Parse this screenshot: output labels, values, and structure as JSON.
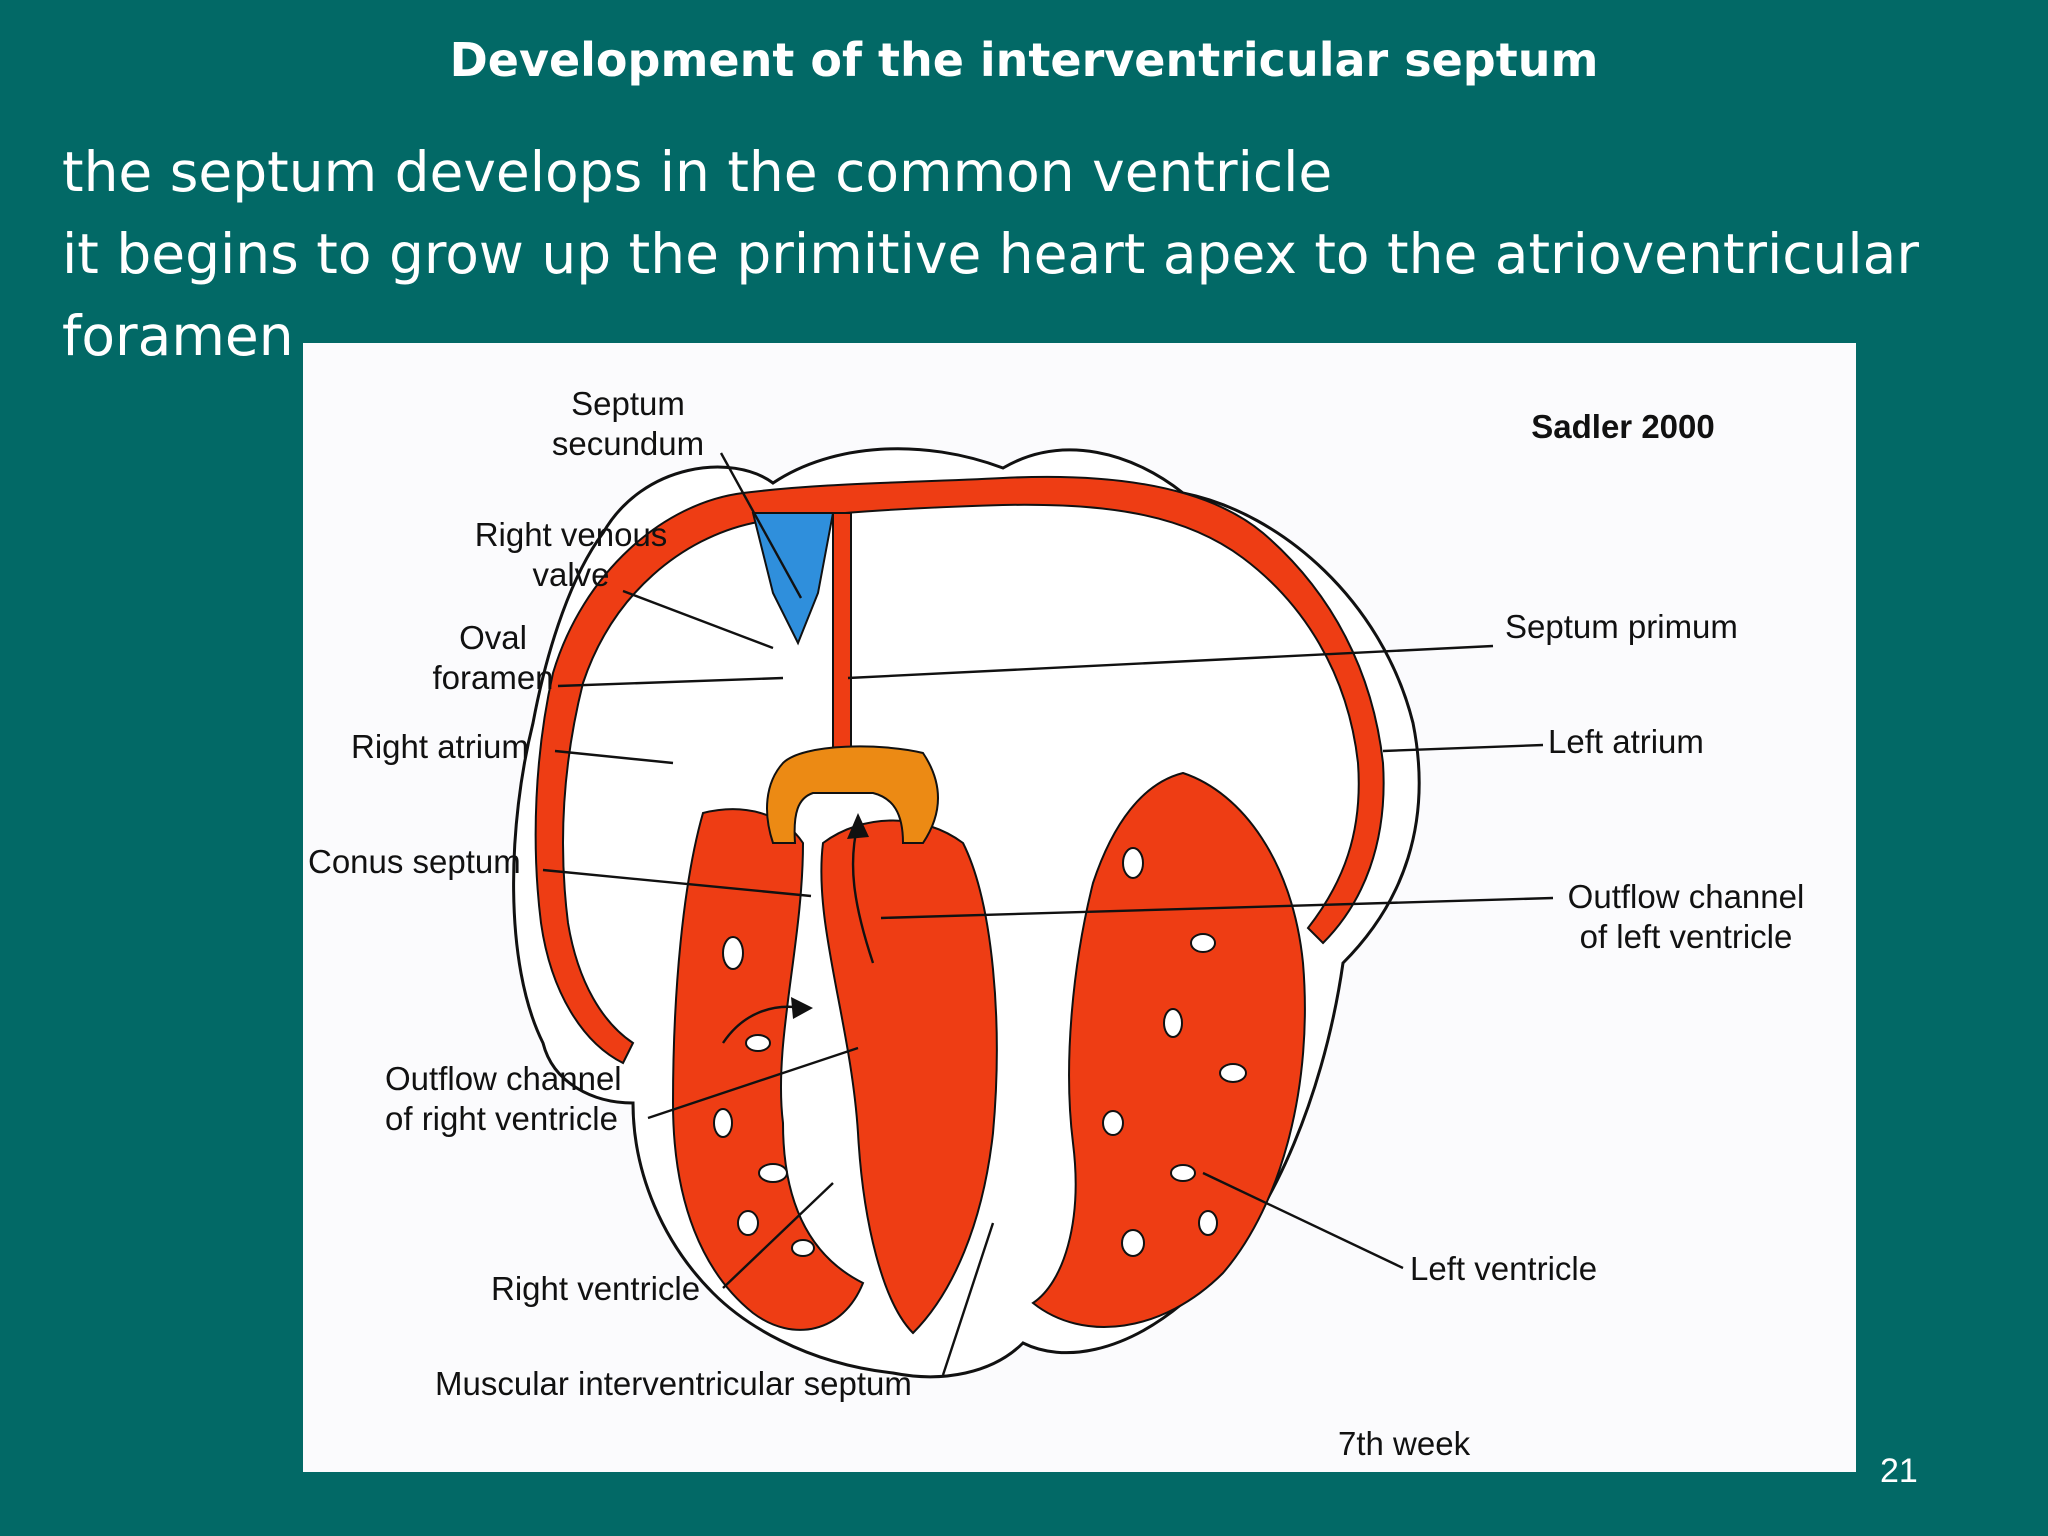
{
  "slide": {
    "title": "Development of the interventricular septum",
    "bullets": [
      "the septum develops in the common ventricle",
      "it begins to grow up the primitive heart apex to the atrioventricular",
      "foramen"
    ],
    "page_number": "21"
  },
  "figure": {
    "credit": "Sadler 2000",
    "caption": "7th week",
    "labels": {
      "septum_secundum": [
        "Septum",
        "secundum"
      ],
      "right_venous_valve": [
        "Right venous",
        "valve"
      ],
      "oval_foramen": [
        "Oval",
        "foramen"
      ],
      "right_atrium": "Right atrium",
      "conus_septum": "Conus septum",
      "outflow_right": [
        "Outflow channel",
        "of right ventricle"
      ],
      "right_ventricle": "Right ventricle",
      "muscular_septum": "Muscular interventricular septum",
      "septum_primum": "Septum primum",
      "left_atrium": "Left atrium",
      "outflow_left": [
        "Outflow channel",
        "of left ventricle"
      ],
      "left_ventricle": "Left ventricle"
    },
    "colors": {
      "myocardium": "#ee3d14",
      "septum_secundum_blue": "#2f8fdc",
      "cushion_orange": "#ec8a14",
      "outline": "#111111"
    }
  }
}
